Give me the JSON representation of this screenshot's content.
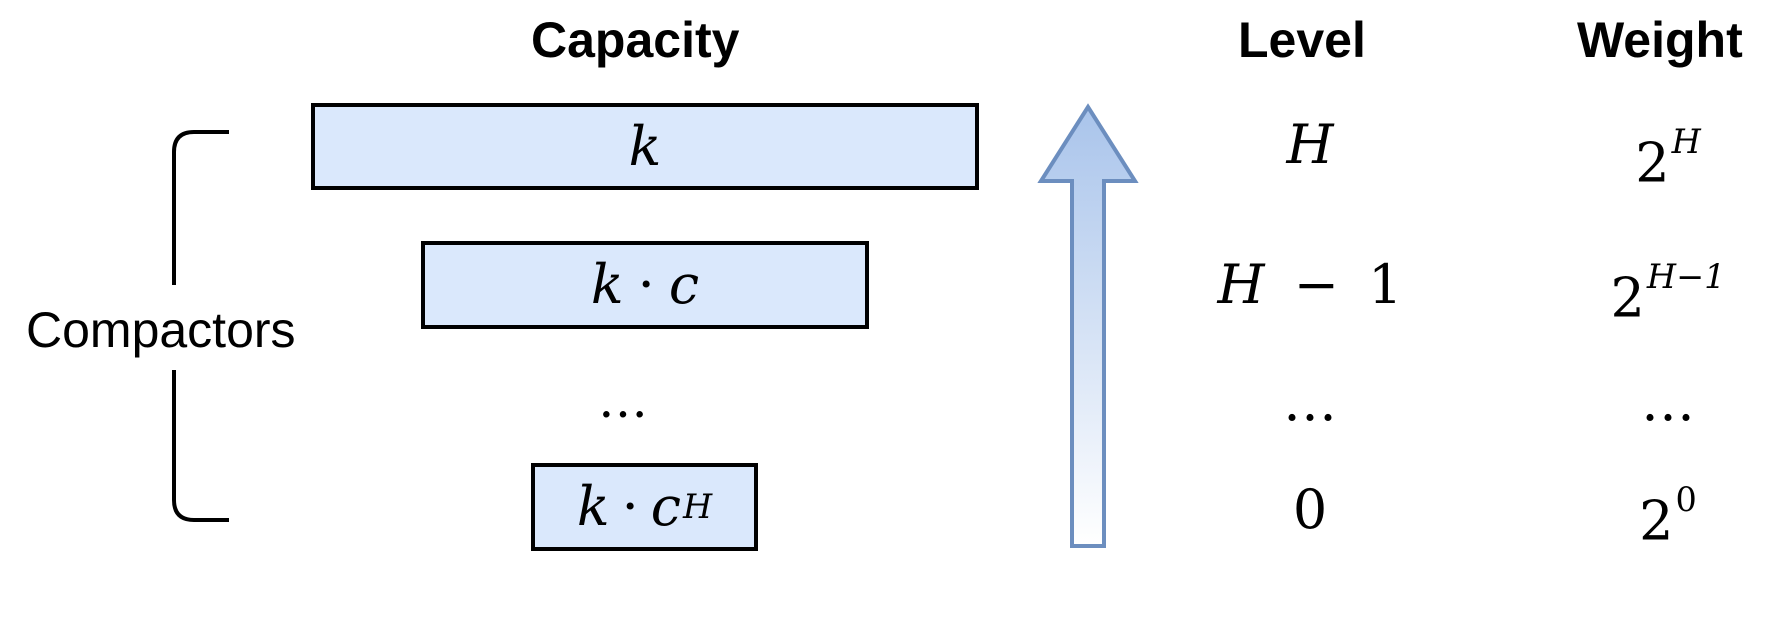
{
  "headers": {
    "capacity": "Capacity",
    "level": "Level",
    "weight": "Weight"
  },
  "group_label": "Compactors",
  "capacities": [
    {
      "base": "k",
      "op": "",
      "factor": "",
      "exp": ""
    },
    {
      "base": "k",
      "op": "·",
      "factor": "c",
      "exp": ""
    },
    {
      "ellipsis": "…"
    },
    {
      "base": "k",
      "op": "·",
      "factor": "c",
      "exp": "H"
    }
  ],
  "levels": [
    {
      "var": "H",
      "op": "",
      "num": ""
    },
    {
      "var": "H",
      "op": "−",
      "num": "1"
    },
    {
      "ellipsis": "…"
    },
    {
      "var": "",
      "op": "",
      "num": "0"
    }
  ],
  "weights": [
    {
      "base": "2",
      "exp": "H"
    },
    {
      "base": "2",
      "exp": "H−1"
    },
    {
      "ellipsis": "…"
    },
    {
      "base": "2",
      "exp": "0"
    }
  ],
  "colors": {
    "box_fill": "#dae8fc",
    "box_border": "#000000",
    "arrow_fill_top": "#a9c4eb",
    "arrow_fill_bottom": "#ffffff",
    "arrow_stroke": "#6c8ebf"
  },
  "arrow_direction": "up"
}
